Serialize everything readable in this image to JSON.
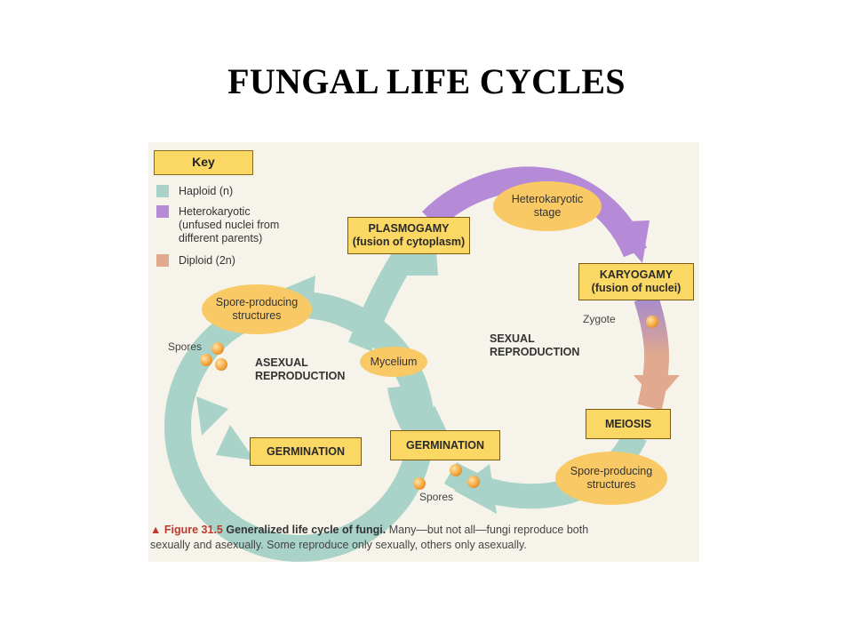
{
  "slide": {
    "title": "FUNGAL LIFE CYCLES"
  },
  "key": {
    "title": "Key",
    "items": [
      {
        "label": "Haploid (n)",
        "color": "#a9d3c8"
      },
      {
        "label": "Heterokaryotic",
        "sub1": "(unfused nuclei from",
        "sub2": "different parents)",
        "color": "#b58ad6"
      },
      {
        "label": "Diploid (2n)",
        "color": "#e1a98e"
      }
    ]
  },
  "stages": {
    "plasmogamy": {
      "title": "PLASMOGAMY",
      "sub": "(fusion of cytoplasm)"
    },
    "karyogamy": {
      "title": "KARYOGAMY",
      "sub": "(fusion of nuclei)"
    },
    "meiosis": "MEIOSIS",
    "germination_left": "GERMINATION",
    "germination_right": "GERMINATION"
  },
  "ovals": {
    "heterokaryotic": {
      "line1": "Heterokaryotic",
      "line2": "stage"
    },
    "spore_left": {
      "line1": "Spore-producing",
      "line2": "structures"
    },
    "mycelium": "Mycelium",
    "spore_right": {
      "line1": "Spore-producing",
      "line2": "structures"
    }
  },
  "labels": {
    "zygote": "Zygote",
    "spores_left": "Spores",
    "spores_bottom": "Spores",
    "asexual": {
      "line1": "ASEXUAL",
      "line2": "REPRODUCTION"
    },
    "sexual": {
      "line1": "SEXUAL",
      "line2": "REPRODUCTION"
    }
  },
  "caption": {
    "marker": "▲",
    "figure": "Figure 31.5",
    "bold": "Generalized life cycle of fungi.",
    "line1": "Many—but not all—fungi reproduce both",
    "line2": "sexually and asexually. Some reproduce only sexually, others only asexually."
  },
  "colors": {
    "haploid": "#a9d3c8",
    "heterokaryotic": "#b58ad6",
    "diploid": "#e1a98e",
    "stage_box": "#fbd863",
    "oval": "#f9c965",
    "figure_background": "#f6f4ea"
  }
}
